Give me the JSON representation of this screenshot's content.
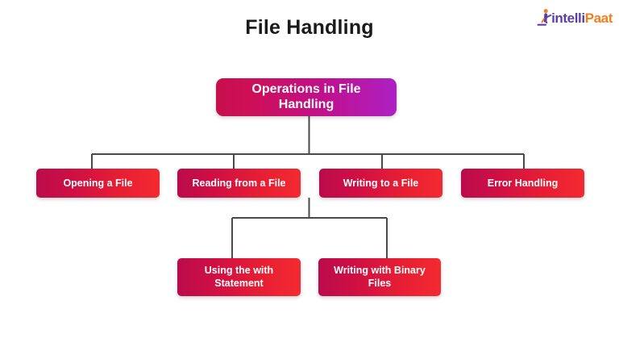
{
  "page": {
    "title": "File Handling",
    "background_color": "#ffffff"
  },
  "logo": {
    "name": "intellipaat-logo",
    "text_primary": "intelli",
    "text_secondary": "Paat",
    "color_primary": "#5b3fa8",
    "color_secondary": "#f08020"
  },
  "diagram": {
    "type": "tree",
    "line_color": "#4a4a4a",
    "root": {
      "id": "operations-in-file-handling",
      "label": "Operations in File Handling",
      "gradient_from": "#c60f4c",
      "gradient_to": "#ad20c4"
    },
    "level2": [
      {
        "id": "opening-a-file",
        "label": "Opening a File"
      },
      {
        "id": "reading-from-a-file",
        "label": "Reading from a File"
      },
      {
        "id": "writing-to-a-file",
        "label": "Writing to a File"
      },
      {
        "id": "error-handling",
        "label": "Error Handling"
      }
    ],
    "level3": [
      {
        "id": "using-the-with-statement",
        "label": "Using the with Statement",
        "parent": "writing-to-a-file"
      },
      {
        "id": "writing-with-binary-files",
        "label": "Writing with Binary Files",
        "parent": "writing-to-a-file"
      }
    ],
    "node_gradient_from": "#bb0b4b",
    "node_gradient_to": "#f32a30"
  }
}
